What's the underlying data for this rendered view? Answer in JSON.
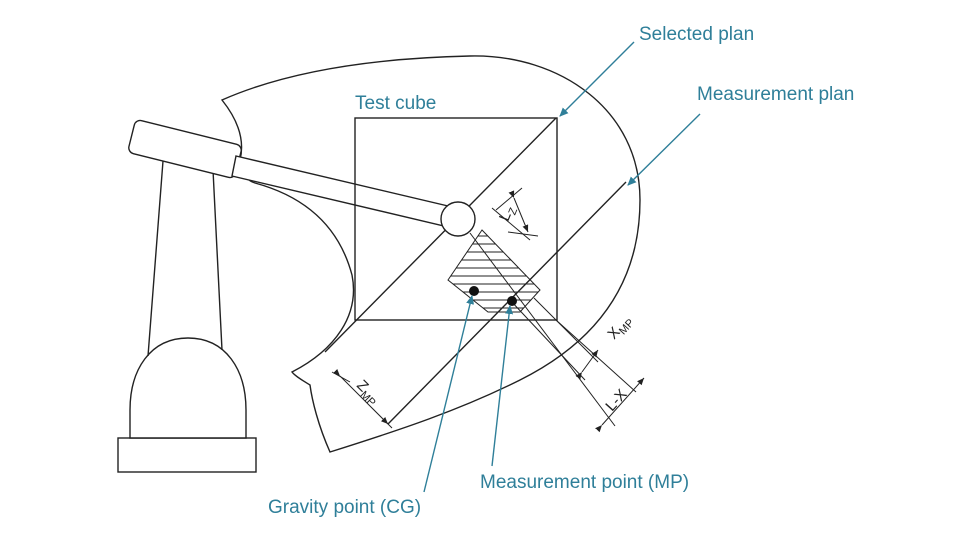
{
  "labels": {
    "selected_plan": "Selected plan",
    "measurement_plan": "Measurement plan",
    "test_cube": "Test cube",
    "gravity_point": "Gravity point (CG)",
    "measurement_point": "Measurement point (MP)"
  },
  "dimensions": {
    "lz_main": "L",
    "lz_sub": "Z",
    "xmp_main": "X",
    "xmp_sub": "MP",
    "lx": "L-X",
    "zmp_main": "Z",
    "zmp_sub": "MP"
  },
  "colors": {
    "label": "#2f7f99",
    "line": "#222222"
  }
}
